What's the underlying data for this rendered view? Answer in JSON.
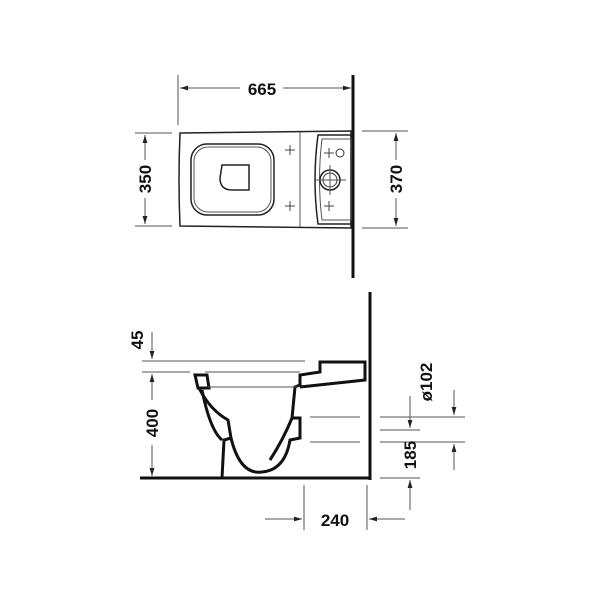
{
  "drawing": {
    "type": "technical drawing - close-coupled toilet",
    "top_view": {
      "dimensions": {
        "overall_length": "665",
        "bowl_width": "350",
        "cistern_width": "370"
      }
    },
    "side_view": {
      "dimensions": {
        "seat_offset": "45",
        "rim_height": "400",
        "outlet_diameter": "ø102",
        "outlet_height": "185",
        "outlet_wall_distance": "240"
      }
    }
  }
}
